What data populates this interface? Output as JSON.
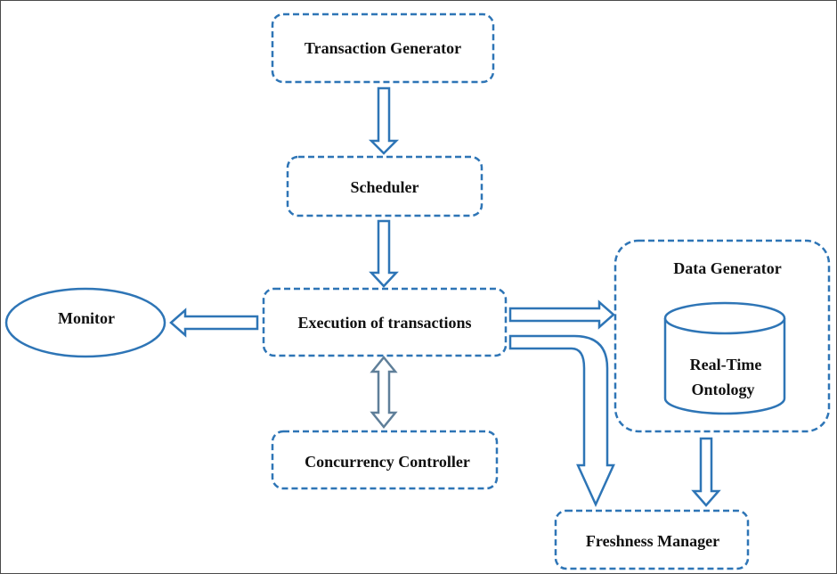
{
  "diagram": {
    "nodes": {
      "transaction_generator": "Transaction Generator",
      "scheduler": "Scheduler",
      "execution": "Execution of transactions",
      "monitor": "Monitor",
      "concurrency_controller": "Concurrency Controller",
      "data_generator": "Data Generator",
      "ontology_line1": "Real-Time",
      "ontology_line2": "Ontology",
      "freshness_manager": "Freshness Manager"
    },
    "colors": {
      "stroke": "#2e75b6",
      "bidirectional_stroke": "#5f7f99",
      "text": "#111111"
    }
  }
}
